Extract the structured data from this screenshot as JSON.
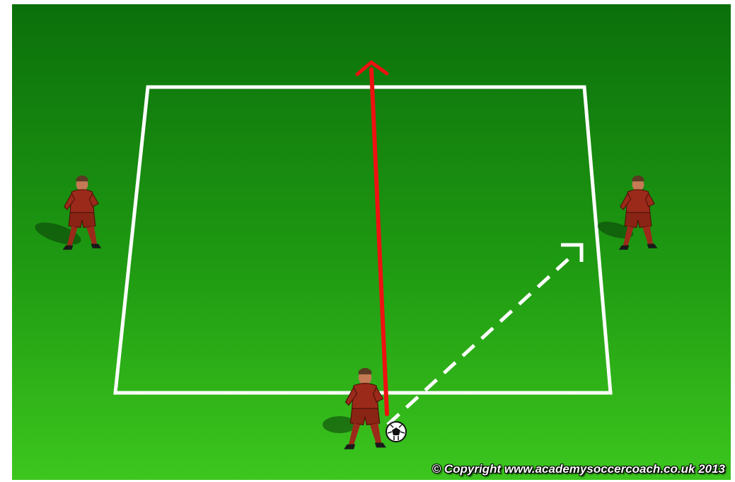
{
  "diagram": {
    "copyright": "© Copyright www.academysoccercoach.co.uk 2013",
    "colors": {
      "field_top": "#0a7a0a",
      "field_bottom": "#35c01a",
      "lines": "#ffffff",
      "run_arrow": "#ee1111",
      "pass_arrow": "#ffffff",
      "kit": "#9b2a1a"
    },
    "elements": {
      "grid": "playing-area-square",
      "run_path": "solid red arrow (player run)",
      "pass_path": "dashed white arrow (ball path)",
      "players": [
        "left-player",
        "right-player",
        "ball-carrier"
      ],
      "ball": "soccer-ball-icon"
    }
  }
}
